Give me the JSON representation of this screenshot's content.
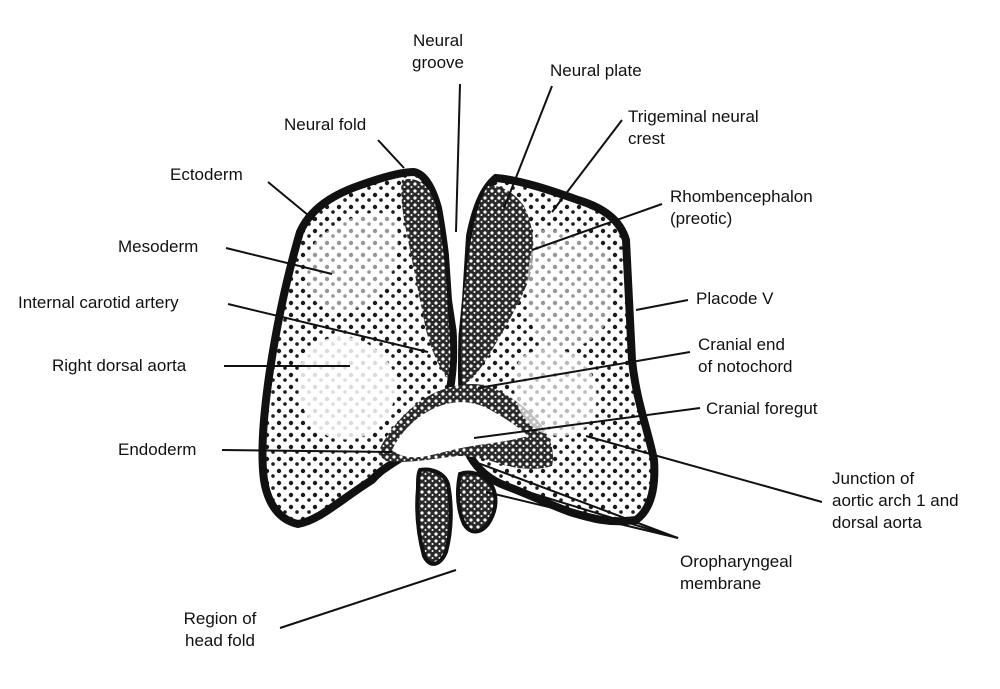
{
  "colors": {
    "ink": "#111111",
    "tissue": "#1a1a1a",
    "lumen": "#ffffff",
    "background": "#ffffff"
  },
  "labels": {
    "neural_groove": [
      "Neural",
      "groove"
    ],
    "neural_plate": "Neural plate",
    "neural_fold": "Neural fold",
    "trigeminal_neural_crest": [
      "Trigeminal neural",
      "crest"
    ],
    "ectoderm": "Ectoderm",
    "rhombencephalon": [
      "Rhombencephalon",
      "(preotic)"
    ],
    "mesoderm": "Mesoderm",
    "placode_v": "Placode V",
    "internal_carotid_artery": "Internal carotid artery",
    "cranial_end_of_notochord": [
      "Cranial end",
      "of notochord"
    ],
    "right_dorsal_aorta": "Right dorsal aorta",
    "cranial_foregut": "Cranial foregut",
    "endoderm": "Endoderm",
    "junction_aortic_arch": [
      "Junction of",
      "aortic arch 1 and",
      "dorsal aorta"
    ],
    "oropharyngeal_membrane": [
      "Oropharyngeal",
      "membrane"
    ],
    "region_of_head_fold": [
      "Region of",
      "head fold"
    ]
  }
}
